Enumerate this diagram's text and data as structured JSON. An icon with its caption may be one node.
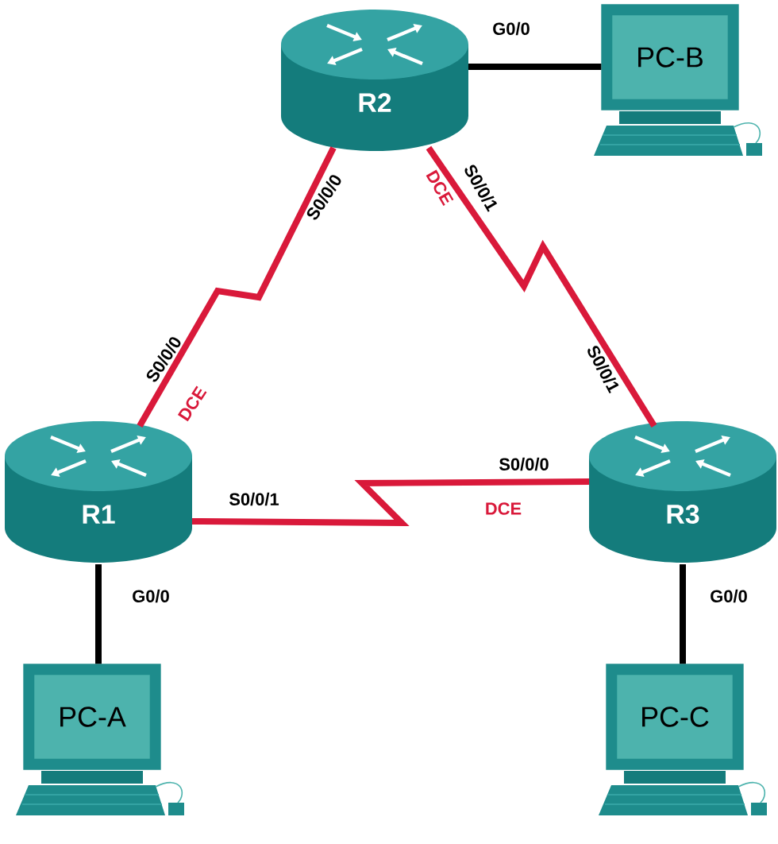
{
  "diagram": {
    "nodes": [
      {
        "text": [
          "R2"
        ]
      },
      {
        "text": [
          "PC-B"
        ]
      },
      {
        "text": [
          "R1"
        ]
      },
      {
        "text": [
          "R3"
        ]
      },
      {
        "text": [
          "PC-A"
        ]
      },
      {
        "text": [
          "PC-C"
        ]
      }
    ],
    "edges": [
      {
        "from": 0,
        "to": 1,
        "arrow": "none",
        "color": "#000000"
      },
      {
        "from": 0,
        "to": 2,
        "arrow": "none",
        "color": "#d9193a"
      },
      {
        "from": 0,
        "to": 3,
        "arrow": "none",
        "color": "#d9193a"
      },
      {
        "from": 2,
        "to": 3,
        "arrow": "none",
        "color": "#d9193a"
      },
      {
        "from": 2,
        "to": 4,
        "arrow": "none",
        "color": "#000000"
      },
      {
        "from": 3,
        "to": 5,
        "arrow": "none",
        "color": "#000000"
      }
    ],
    "labels": [
      "G0/0",
      "S0/0/0",
      "DCE",
      "S0/0/1",
      "S0/0/0",
      "DCE",
      "S0/0/1",
      "S0/0/1",
      "S0/0/0",
      "DCE",
      "G0/0",
      "G0/0"
    ]
  }
}
